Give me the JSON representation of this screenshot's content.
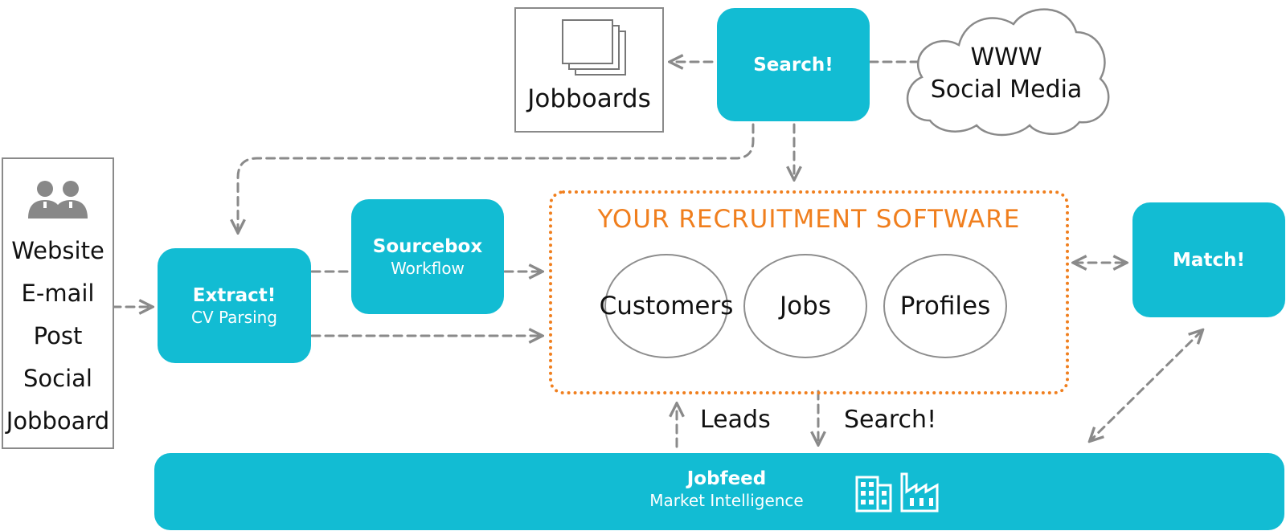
{
  "colors": {
    "accent": "#12bcd3",
    "highlight": "#f07f1e",
    "line": "#8a8a8a"
  },
  "search_top": {
    "title": "Search!"
  },
  "jobboards": {
    "label": "Jobboards"
  },
  "www": {
    "line1": "WWW",
    "line2": "Social Media"
  },
  "sources": {
    "items": [
      "Website",
      "E-mail",
      "Post",
      "Social",
      "Jobboard"
    ],
    "icon": "people-icon"
  },
  "extract": {
    "title": "Extract!",
    "subtitle": "CV Parsing"
  },
  "sourcebox": {
    "title": "Sourcebox",
    "subtitle": "Workflow"
  },
  "software": {
    "title": "YOUR RECRUITMENT SOFTWARE",
    "items": [
      "Customers",
      "Jobs",
      "Profiles"
    ]
  },
  "match": {
    "title": "Match!"
  },
  "leads_label": "Leads",
  "search_bottom_label": "Search!",
  "jobfeed": {
    "title": "Jobfeed",
    "subtitle": "Market Intelligence",
    "icon": "buildings-icon"
  }
}
